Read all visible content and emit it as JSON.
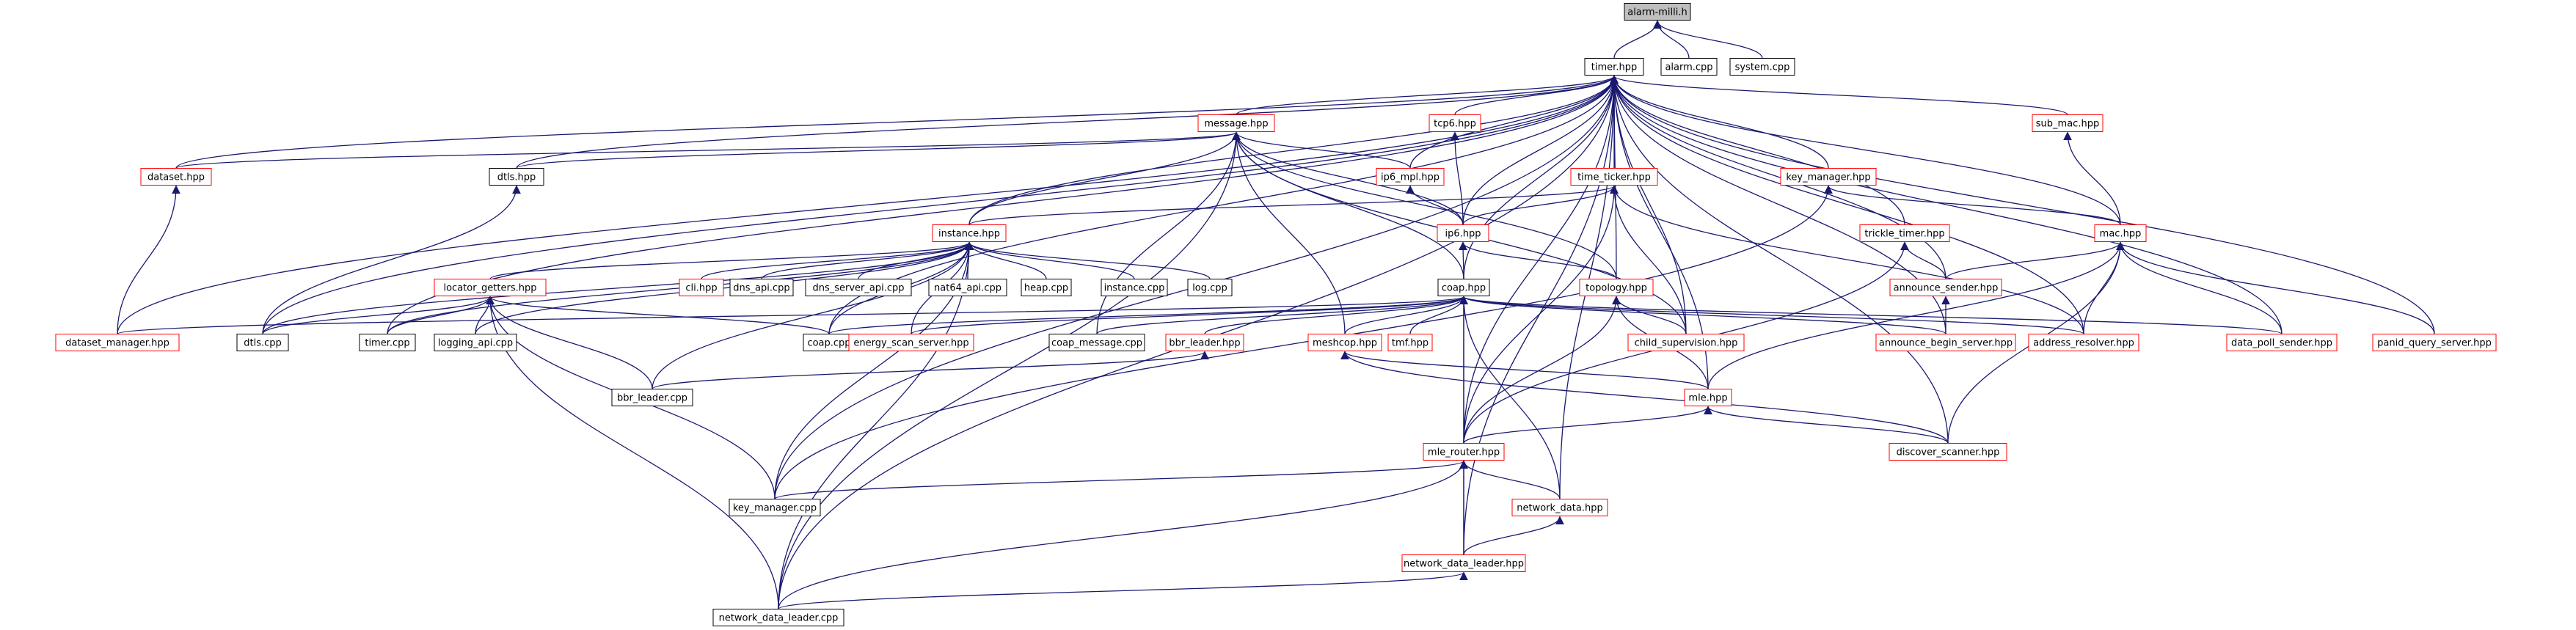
{
  "graph": {
    "edge_color": "#191970",
    "nodes": [
      {
        "id": "alarm_milli_h",
        "label": "alarm-milli.h",
        "style": "root"
      },
      {
        "id": "timer_hpp",
        "label": "timer.hpp",
        "style": "internal"
      },
      {
        "id": "alarm_cpp",
        "label": "alarm.cpp",
        "style": "internal"
      },
      {
        "id": "system_cpp",
        "label": "system.cpp",
        "style": "internal"
      },
      {
        "id": "message_hpp",
        "label": "message.hpp",
        "style": "external"
      },
      {
        "id": "tcp6_hpp",
        "label": "tcp6.hpp",
        "style": "external"
      },
      {
        "id": "sub_mac_hpp",
        "label": "sub_mac.hpp",
        "style": "external"
      },
      {
        "id": "dataset_hpp",
        "label": "dataset.hpp",
        "style": "external"
      },
      {
        "id": "dtls_hpp",
        "label": "dtls.hpp",
        "style": "internal"
      },
      {
        "id": "ip6_mpl_hpp",
        "label": "ip6_mpl.hpp",
        "style": "external"
      },
      {
        "id": "time_ticker_hpp",
        "label": "time_ticker.hpp",
        "style": "external"
      },
      {
        "id": "key_manager_hpp",
        "label": "key_manager.hpp",
        "style": "external"
      },
      {
        "id": "instance_hpp",
        "label": "instance.hpp",
        "style": "external"
      },
      {
        "id": "ip6_hpp",
        "label": "ip6.hpp",
        "style": "external"
      },
      {
        "id": "trickle_timer_hpp",
        "label": "trickle_timer.hpp",
        "style": "external"
      },
      {
        "id": "mac_hpp",
        "label": "mac.hpp",
        "style": "external"
      },
      {
        "id": "locator_getters_hpp",
        "label": "locator_getters.hpp",
        "style": "external"
      },
      {
        "id": "cli_hpp",
        "label": "cli.hpp",
        "style": "external"
      },
      {
        "id": "dns_api_cpp",
        "label": "dns_api.cpp",
        "style": "internal"
      },
      {
        "id": "dns_server_api_cpp",
        "label": "dns_server_api.cpp",
        "style": "internal"
      },
      {
        "id": "nat64_api_cpp",
        "label": "nat64_api.cpp",
        "style": "internal"
      },
      {
        "id": "heap_cpp",
        "label": "heap.cpp",
        "style": "internal"
      },
      {
        "id": "instance_cpp",
        "label": "instance.cpp",
        "style": "internal"
      },
      {
        "id": "log_cpp",
        "label": "log.cpp",
        "style": "internal"
      },
      {
        "id": "coap_hpp",
        "label": "coap.hpp",
        "style": "internal"
      },
      {
        "id": "topology_hpp",
        "label": "topology.hpp",
        "style": "external"
      },
      {
        "id": "announce_sender_hpp",
        "label": "announce_sender.hpp",
        "style": "external"
      },
      {
        "id": "dataset_manager_hpp",
        "label": "dataset_manager.hpp",
        "style": "external"
      },
      {
        "id": "dtls_cpp",
        "label": "dtls.cpp",
        "style": "internal"
      },
      {
        "id": "timer_cpp",
        "label": "timer.cpp",
        "style": "internal"
      },
      {
        "id": "logging_api_cpp",
        "label": "logging_api.cpp",
        "style": "internal"
      },
      {
        "id": "coap_cpp",
        "label": "coap.cpp",
        "style": "internal"
      },
      {
        "id": "energy_scan_server_hpp",
        "label": "energy_scan_server.hpp",
        "style": "external"
      },
      {
        "id": "coap_message_cpp",
        "label": "coap_message.cpp",
        "style": "internal"
      },
      {
        "id": "bbr_leader_hpp",
        "label": "bbr_leader.hpp",
        "style": "external"
      },
      {
        "id": "meshcop_hpp",
        "label": "meshcop.hpp",
        "style": "external"
      },
      {
        "id": "tmf_hpp",
        "label": "tmf.hpp",
        "style": "external"
      },
      {
        "id": "child_supervision_hpp",
        "label": "child_supervision.hpp",
        "style": "external"
      },
      {
        "id": "announce_begin_server_hpp",
        "label": "announce_begin_server.hpp",
        "style": "external"
      },
      {
        "id": "address_resolver_hpp",
        "label": "address_resolver.hpp",
        "style": "external"
      },
      {
        "id": "data_poll_sender_hpp",
        "label": "data_poll_sender.hpp",
        "style": "external"
      },
      {
        "id": "panid_query_server_hpp",
        "label": "panid_query_server.hpp",
        "style": "external"
      },
      {
        "id": "bbr_leader_cpp",
        "label": "bbr_leader.cpp",
        "style": "internal"
      },
      {
        "id": "mle_hpp",
        "label": "mle.hpp",
        "style": "external"
      },
      {
        "id": "mle_router_hpp",
        "label": "mle_router.hpp",
        "style": "external"
      },
      {
        "id": "discover_scanner_hpp",
        "label": "discover_scanner.hpp",
        "style": "external"
      },
      {
        "id": "key_manager_cpp",
        "label": "key_manager.cpp",
        "style": "internal"
      },
      {
        "id": "network_data_hpp",
        "label": "network_data.hpp",
        "style": "external"
      },
      {
        "id": "network_data_leader_hpp",
        "label": "network_data_leader.hpp",
        "style": "external"
      },
      {
        "id": "network_data_leader_cpp",
        "label": "network_data_leader.cpp",
        "style": "internal"
      }
    ],
    "edges": [
      [
        "timer_hpp",
        "alarm_milli_h"
      ],
      [
        "alarm_cpp",
        "alarm_milli_h"
      ],
      [
        "system_cpp",
        "alarm_milli_h"
      ],
      [
        "message_hpp",
        "timer_hpp"
      ],
      [
        "tcp6_hpp",
        "timer_hpp"
      ],
      [
        "sub_mac_hpp",
        "timer_hpp"
      ],
      [
        "dataset_hpp",
        "timer_hpp"
      ],
      [
        "dtls_hpp",
        "timer_hpp"
      ],
      [
        "ip6_mpl_hpp",
        "timer_hpp"
      ],
      [
        "time_ticker_hpp",
        "timer_hpp"
      ],
      [
        "key_manager_hpp",
        "timer_hpp"
      ],
      [
        "instance_hpp",
        "timer_hpp"
      ],
      [
        "ip6_hpp",
        "timer_hpp"
      ],
      [
        "trickle_timer_hpp",
        "timer_hpp"
      ],
      [
        "mac_hpp",
        "timer_hpp"
      ],
      [
        "coap_hpp",
        "timer_hpp"
      ],
      [
        "topology_hpp",
        "timer_hpp"
      ],
      [
        "announce_sender_hpp",
        "timer_hpp"
      ],
      [
        "dataset_manager_hpp",
        "timer_hpp"
      ],
      [
        "dtls_cpp",
        "timer_hpp"
      ],
      [
        "timer_cpp",
        "timer_hpp"
      ],
      [
        "coap_cpp",
        "timer_hpp"
      ],
      [
        "child_supervision_hpp",
        "timer_hpp"
      ],
      [
        "announce_begin_server_hpp",
        "timer_hpp"
      ],
      [
        "address_resolver_hpp",
        "timer_hpp"
      ],
      [
        "data_poll_sender_hpp",
        "timer_hpp"
      ],
      [
        "panid_query_server_hpp",
        "timer_hpp"
      ],
      [
        "mle_hpp",
        "timer_hpp"
      ],
      [
        "mle_router_hpp",
        "timer_hpp"
      ],
      [
        "discover_scanner_hpp",
        "timer_hpp"
      ],
      [
        "key_manager_cpp",
        "timer_hpp"
      ],
      [
        "network_data_hpp",
        "timer_hpp"
      ],
      [
        "network_data_leader_hpp",
        "timer_hpp"
      ],
      [
        "network_data_leader_cpp",
        "timer_hpp"
      ],
      [
        "dataset_hpp",
        "message_hpp"
      ],
      [
        "dtls_hpp",
        "message_hpp"
      ],
      [
        "ip6_mpl_hpp",
        "message_hpp"
      ],
      [
        "instance_hpp",
        "message_hpp"
      ],
      [
        "ip6_hpp",
        "message_hpp"
      ],
      [
        "coap_hpp",
        "message_hpp"
      ],
      [
        "topology_hpp",
        "message_hpp"
      ],
      [
        "meshcop_hpp",
        "message_hpp"
      ],
      [
        "coap_message_cpp",
        "message_hpp"
      ],
      [
        "child_supervision_hpp",
        "message_hpp"
      ],
      [
        "network_data_leader_cpp",
        "message_hpp"
      ],
      [
        "ip6_hpp",
        "tcp6_hpp"
      ],
      [
        "mac_hpp",
        "sub_mac_hpp"
      ],
      [
        "dataset_manager_hpp",
        "dataset_hpp"
      ],
      [
        "dtls_cpp",
        "dtls_hpp"
      ],
      [
        "ip6_hpp",
        "ip6_mpl_hpp"
      ],
      [
        "instance_hpp",
        "time_ticker_hpp"
      ],
      [
        "ip6_hpp",
        "time_ticker_hpp"
      ],
      [
        "child_supervision_hpp",
        "time_ticker_hpp"
      ],
      [
        "mle_router_hpp",
        "time_ticker_hpp"
      ],
      [
        "address_resolver_hpp",
        "time_ticker_hpp"
      ],
      [
        "mac_hpp",
        "key_manager_hpp"
      ],
      [
        "key_manager_cpp",
        "key_manager_hpp"
      ],
      [
        "locator_getters_hpp",
        "instance_hpp"
      ],
      [
        "cli_hpp",
        "instance_hpp"
      ],
      [
        "dns_api_cpp",
        "instance_hpp"
      ],
      [
        "dns_server_api_cpp",
        "instance_hpp"
      ],
      [
        "nat64_api_cpp",
        "instance_hpp"
      ],
      [
        "heap_cpp",
        "instance_hpp"
      ],
      [
        "instance_cpp",
        "instance_hpp"
      ],
      [
        "log_cpp",
        "instance_hpp"
      ],
      [
        "dtls_cpp",
        "instance_hpp"
      ],
      [
        "timer_cpp",
        "instance_hpp"
      ],
      [
        "logging_api_cpp",
        "instance_hpp"
      ],
      [
        "coap_cpp",
        "instance_hpp"
      ],
      [
        "energy_scan_server_hpp",
        "instance_hpp"
      ],
      [
        "bbr_leader_cpp",
        "instance_hpp"
      ],
      [
        "key_manager_cpp",
        "instance_hpp"
      ],
      [
        "network_data_leader_cpp",
        "instance_hpp"
      ],
      [
        "coap_hpp",
        "ip6_hpp"
      ],
      [
        "topology_hpp",
        "ip6_hpp"
      ],
      [
        "announce_sender_hpp",
        "trickle_timer_hpp"
      ],
      [
        "mle_router_hpp",
        "trickle_timer_hpp"
      ],
      [
        "announce_sender_hpp",
        "mac_hpp"
      ],
      [
        "address_resolver_hpp",
        "mac_hpp"
      ],
      [
        "data_poll_sender_hpp",
        "mac_hpp"
      ],
      [
        "panid_query_server_hpp",
        "mac_hpp"
      ],
      [
        "mle_hpp",
        "mac_hpp"
      ],
      [
        "discover_scanner_hpp",
        "mac_hpp"
      ],
      [
        "dtls_cpp",
        "locator_getters_hpp"
      ],
      [
        "timer_cpp",
        "locator_getters_hpp"
      ],
      [
        "logging_api_cpp",
        "locator_getters_hpp"
      ],
      [
        "coap_cpp",
        "locator_getters_hpp"
      ],
      [
        "bbr_leader_cpp",
        "locator_getters_hpp"
      ],
      [
        "key_manager_cpp",
        "locator_getters_hpp"
      ],
      [
        "network_data_leader_cpp",
        "locator_getters_hpp"
      ],
      [
        "dataset_manager_hpp",
        "coap_hpp"
      ],
      [
        "coap_cpp",
        "coap_hpp"
      ],
      [
        "energy_scan_server_hpp",
        "coap_hpp"
      ],
      [
        "coap_message_cpp",
        "coap_hpp"
      ],
      [
        "bbr_leader_hpp",
        "coap_hpp"
      ],
      [
        "meshcop_hpp",
        "coap_hpp"
      ],
      [
        "tmf_hpp",
        "coap_hpp"
      ],
      [
        "announce_begin_server_hpp",
        "coap_hpp"
      ],
      [
        "address_resolver_hpp",
        "coap_hpp"
      ],
      [
        "data_poll_sender_hpp",
        "coap_hpp"
      ],
      [
        "mle_router_hpp",
        "coap_hpp"
      ],
      [
        "network_data_hpp",
        "coap_hpp"
      ],
      [
        "network_data_leader_hpp",
        "coap_hpp"
      ],
      [
        "child_supervision_hpp",
        "topology_hpp"
      ],
      [
        "mle_hpp",
        "topology_hpp"
      ],
      [
        "mle_router_hpp",
        "topology_hpp"
      ],
      [
        "announce_begin_server_hpp",
        "announce_sender_hpp"
      ],
      [
        "bbr_leader_cpp",
        "bbr_leader_hpp"
      ],
      [
        "mle_hpp",
        "meshcop_hpp"
      ],
      [
        "discover_scanner_hpp",
        "meshcop_hpp"
      ],
      [
        "mle_router_hpp",
        "mle_hpp"
      ],
      [
        "discover_scanner_hpp",
        "mle_hpp"
      ],
      [
        "key_manager_cpp",
        "mle_router_hpp"
      ],
      [
        "network_data_hpp",
        "mle_router_hpp"
      ],
      [
        "network_data_leader_hpp",
        "mle_router_hpp"
      ],
      [
        "network_data_leader_cpp",
        "mle_router_hpp"
      ],
      [
        "network_data_leader_hpp",
        "network_data_hpp"
      ],
      [
        "network_data_leader_cpp",
        "network_data_leader_hpp"
      ]
    ]
  }
}
